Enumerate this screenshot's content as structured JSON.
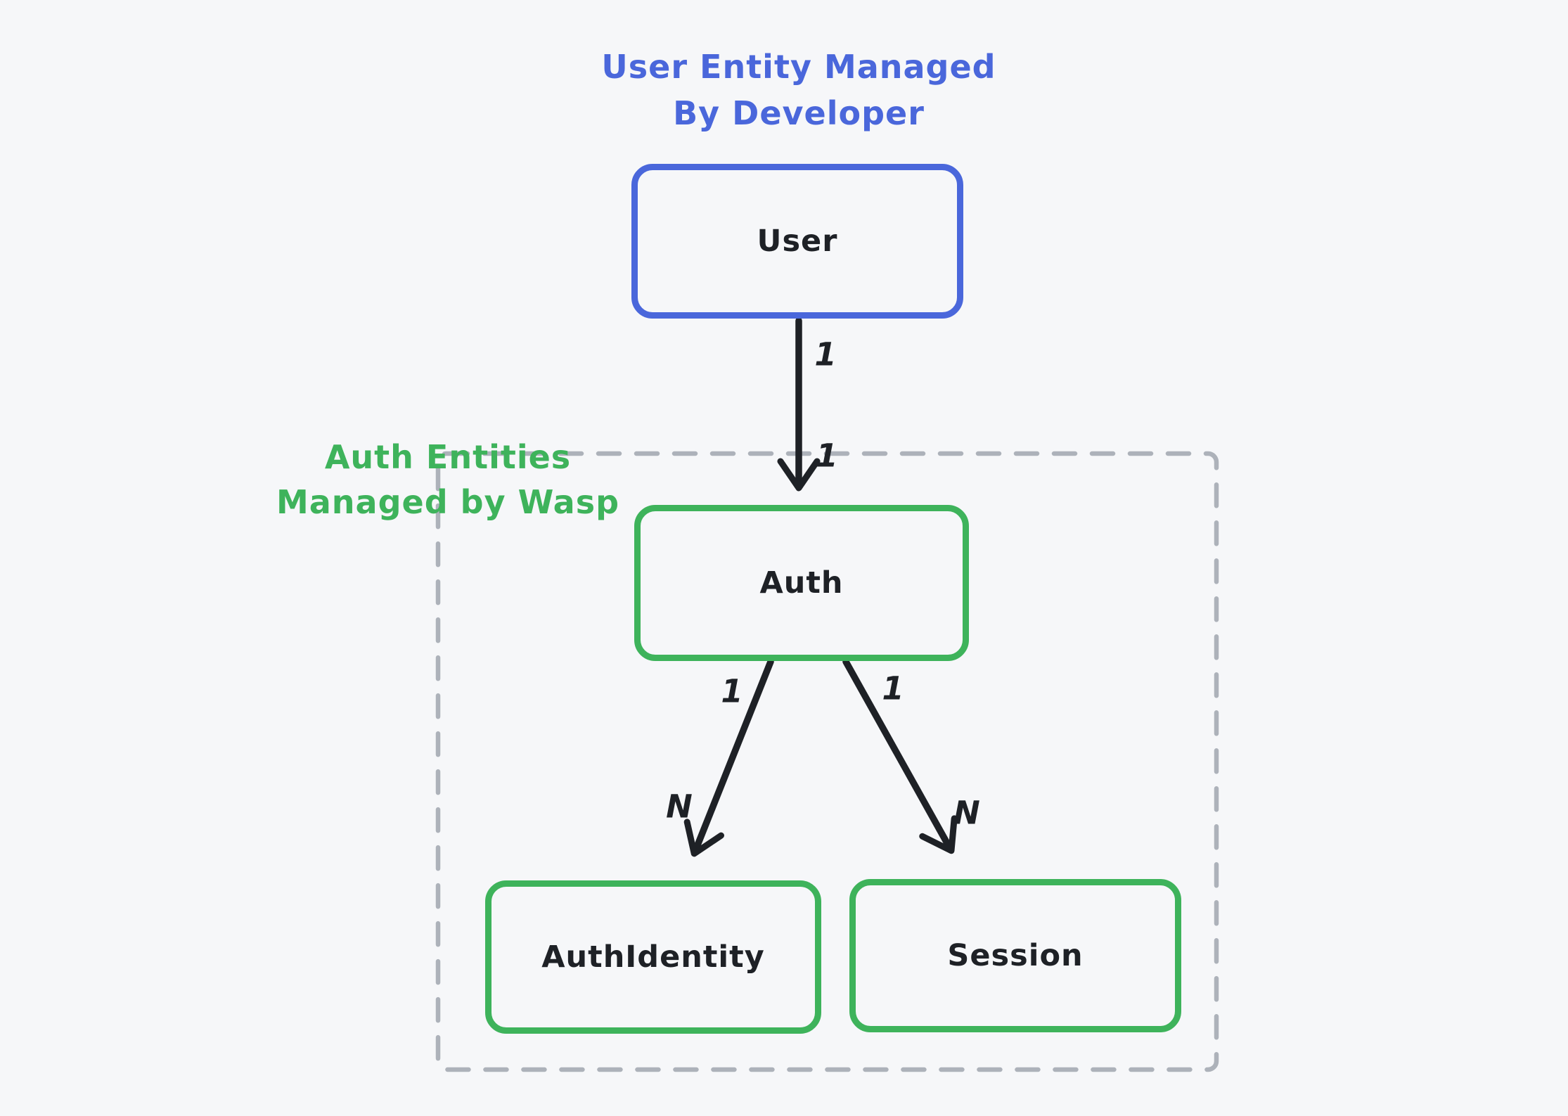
{
  "diagram": {
    "title": {
      "line1": "User Entity Managed",
      "line2": "By Developer"
    },
    "group_label": {
      "line1": "Auth Entities",
      "line2": "Managed by Wasp"
    },
    "nodes": {
      "user": "User",
      "auth": "Auth",
      "auth_identity": "AuthIdentity",
      "session": "Session"
    },
    "edges": {
      "user_to_auth": {
        "source_label": "1",
        "target_label": "1"
      },
      "auth_to_auth_identity": {
        "source_label": "1",
        "target_label": "N"
      },
      "auth_to_session": {
        "source_label": "1",
        "target_label": "N"
      }
    },
    "colors": {
      "background": "#f6f7f9",
      "developer_entity_accent": "#4a67db",
      "wasp_entity_accent": "#3eb35b",
      "edge_stroke": "#1e2126",
      "group_border": "#adb2ba"
    }
  }
}
